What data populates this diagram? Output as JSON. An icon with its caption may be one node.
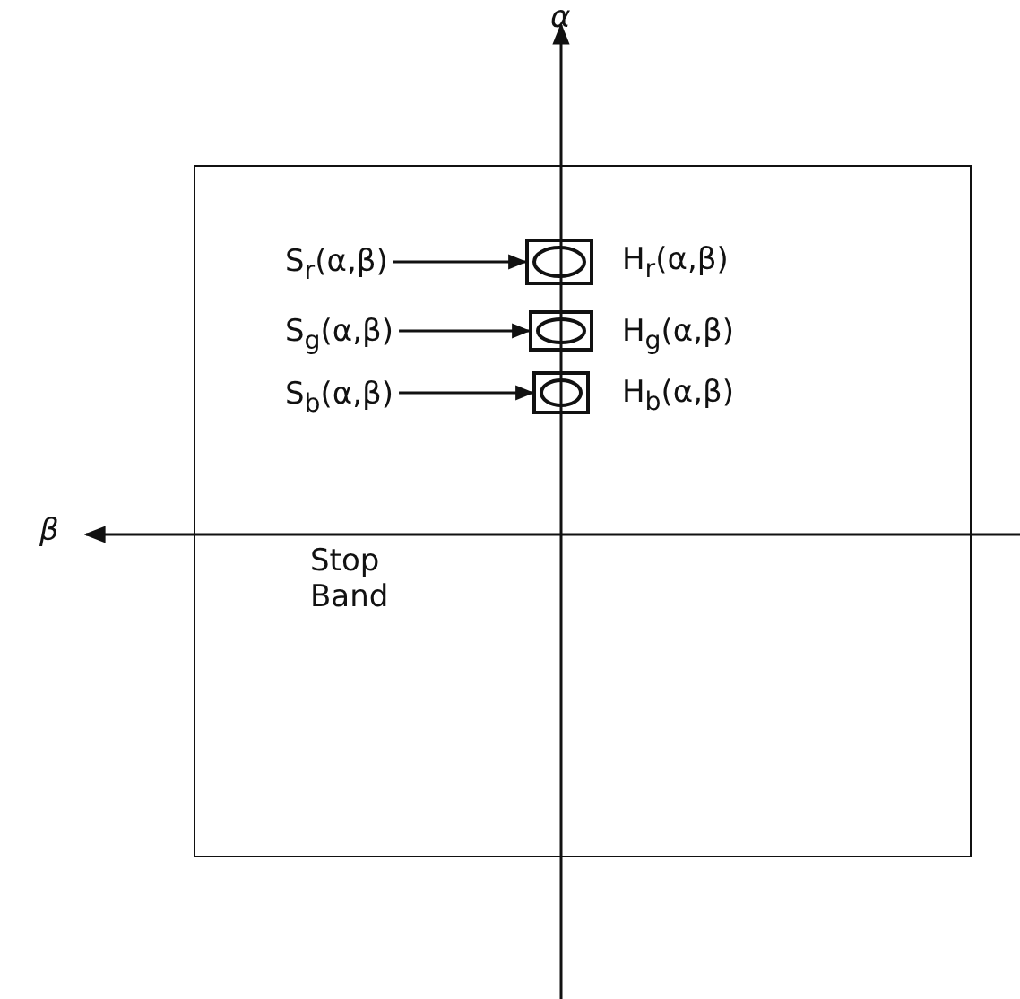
{
  "diagram": {
    "nodes": [
      {
        "text": [
          "Stop Band"
        ]
      },
      {
        "text": [
          "S$_{r}$(α,β)"
        ],
        "in": 0
      },
      {
        "text": [],
        "shape": "box",
        "in": 0,
        "beside": [
          "H$_{r}$(α,β)"
        ]
      },
      {
        "text": [
          "S$_{g}$(α,β)"
        ],
        "in": 0
      },
      {
        "text": [],
        "shape": "box",
        "in": 0,
        "beside": [
          "H$_{g}$(α,β)"
        ]
      },
      {
        "text": [
          "S$_{b}$(α,β)"
        ],
        "in": 0
      },
      {
        "text": [],
        "shape": "box",
        "in": 0,
        "beside": [
          "H$_{b}$(α,β)"
        ]
      }
    ],
    "edges": [
      {
        "from": 1,
        "to": 2,
        "arrow": "to"
      },
      {
        "from": 3,
        "to": 4,
        "arrow": "to"
      },
      {
        "from": 5,
        "to": 6,
        "arrow": "to"
      }
    ],
    "labels": [
      "α",
      "β"
    ]
  }
}
